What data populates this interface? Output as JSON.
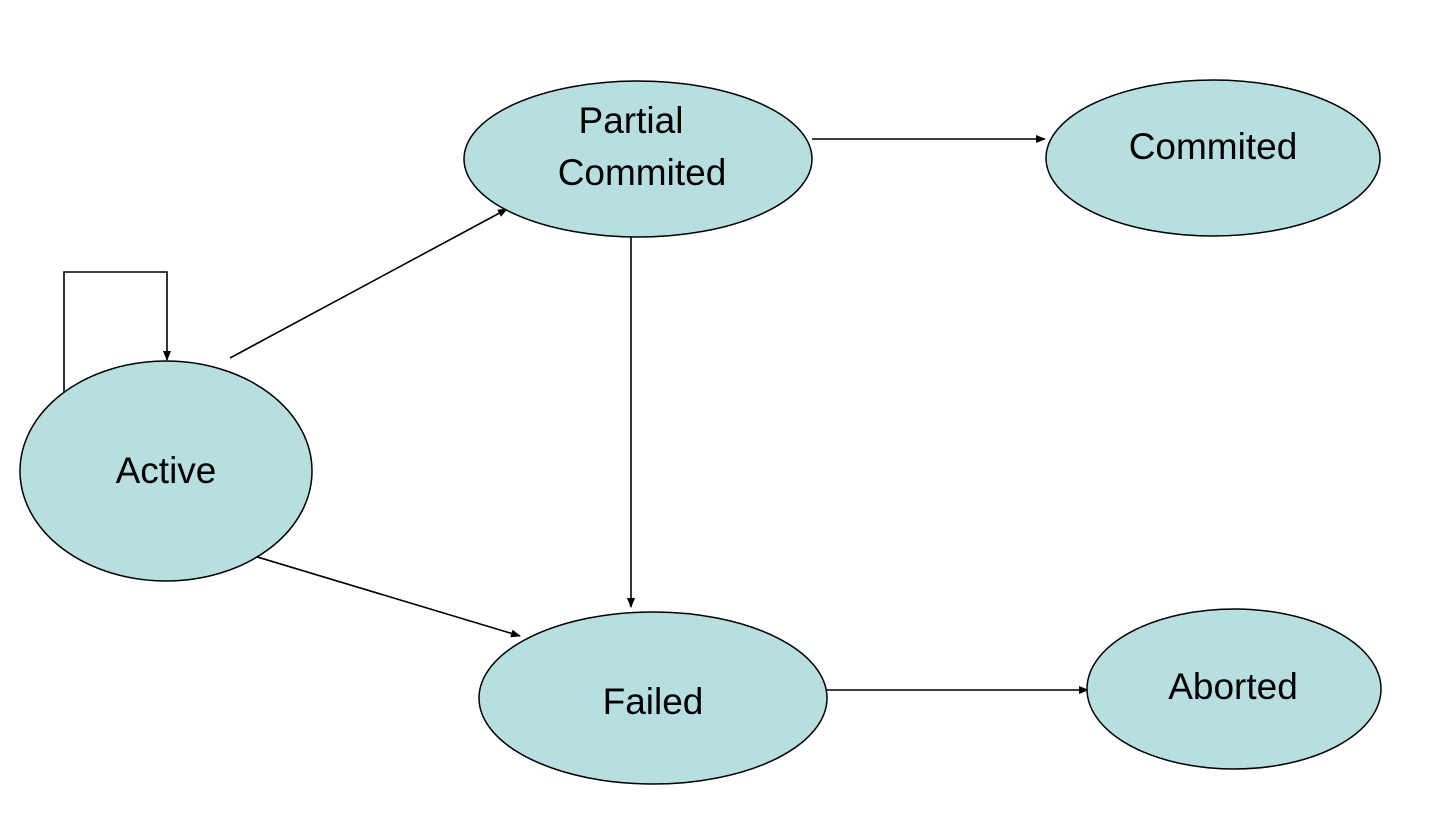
{
  "diagram": {
    "type": "state-transition",
    "node_color": "#b8dfe0",
    "line_color": "#000000",
    "nodes": {
      "active": {
        "label": "Active"
      },
      "partial_commited": {
        "line1": "Partial",
        "line2": "Commited"
      },
      "commited": {
        "label": "Commited"
      },
      "failed": {
        "label": "Failed"
      },
      "aborted": {
        "label": "Aborted"
      }
    },
    "edges": [
      {
        "from": "active",
        "to": "active"
      },
      {
        "from": "active",
        "to": "partial_commited"
      },
      {
        "from": "active",
        "to": "failed"
      },
      {
        "from": "partial_commited",
        "to": "commited"
      },
      {
        "from": "partial_commited",
        "to": "failed"
      },
      {
        "from": "failed",
        "to": "aborted"
      }
    ]
  }
}
